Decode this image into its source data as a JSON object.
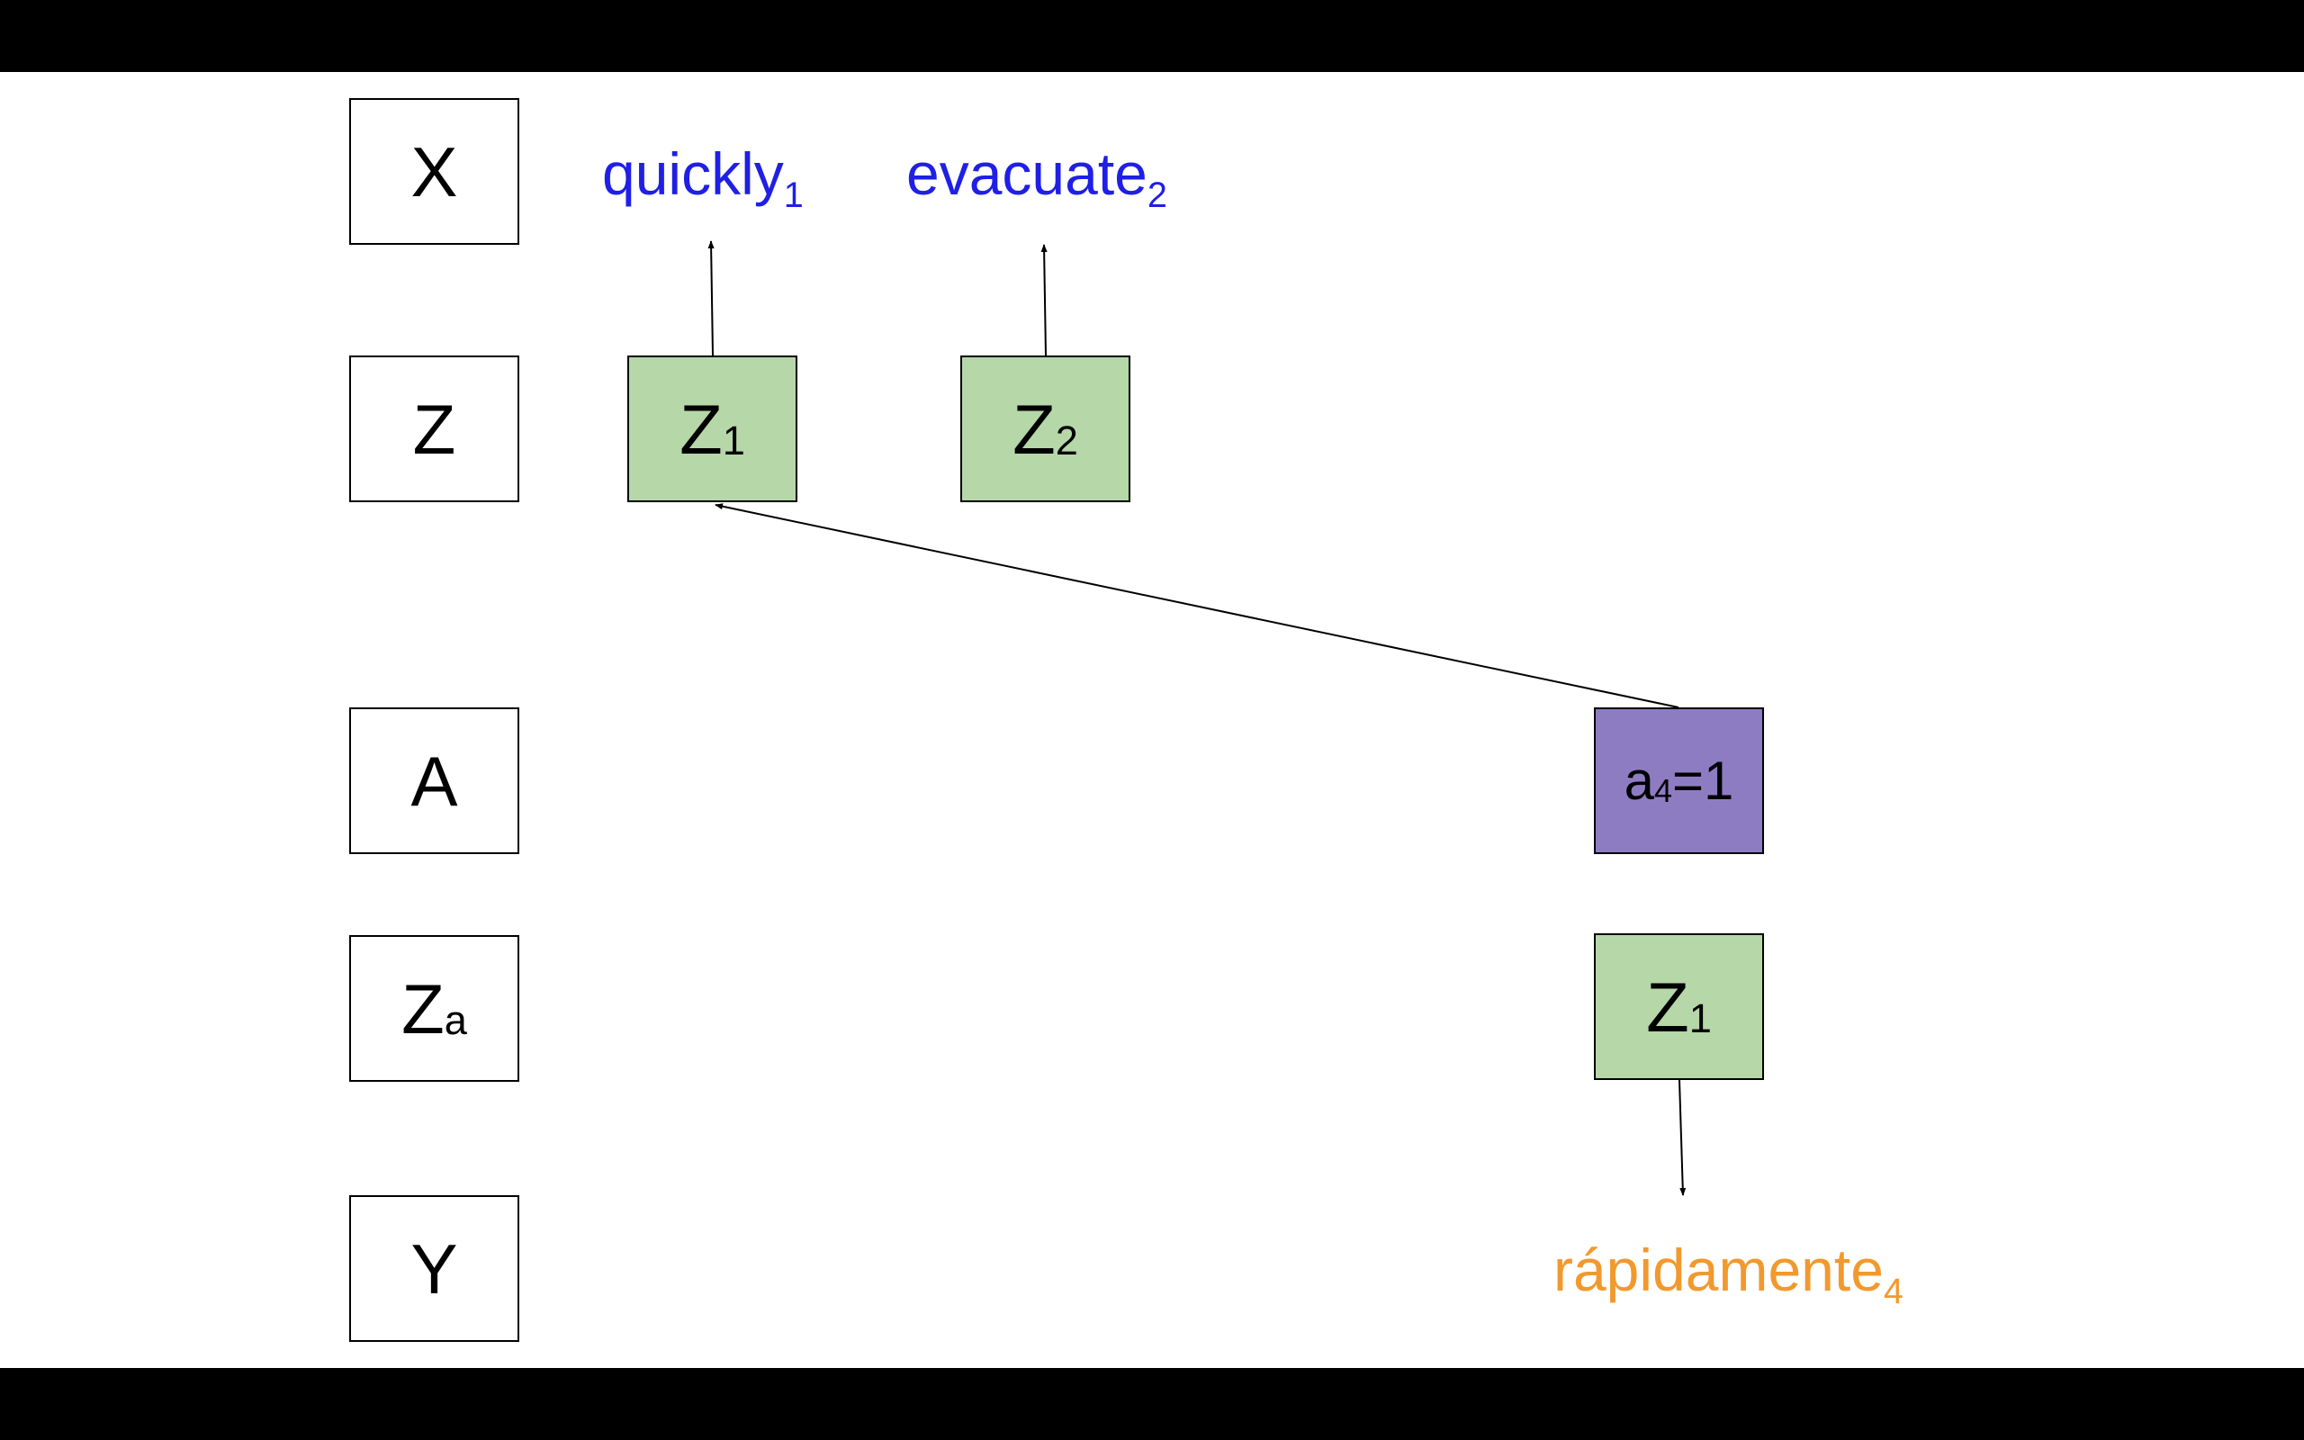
{
  "colors": {
    "background": "#ffffff",
    "letterbox": "#000000",
    "green_box": "#b6d7a8",
    "purple_box": "#8e7cc3",
    "english_text": "#1f1fe6",
    "spanish_text": "#f2992e",
    "stroke": "#000000"
  },
  "row_labels": {
    "x": "X",
    "z": "Z",
    "a": "A",
    "za_main": "Z",
    "za_sub": "a",
    "y": "Y"
  },
  "z_boxes": {
    "z1_main": "Z",
    "z1_sub": "1",
    "z2_main": "Z",
    "z2_sub": "2"
  },
  "english_words": {
    "quickly_word": "quickly",
    "quickly_sub": "1",
    "evacuate_word": "evacuate",
    "evacuate_sub": "2"
  },
  "alignment_box": {
    "a_main": "a",
    "a_sub": "4",
    "a_value": "=1"
  },
  "za_box": {
    "main": "Z",
    "sub": "1"
  },
  "spanish_word": {
    "word": "rápidamente",
    "sub": "4"
  }
}
